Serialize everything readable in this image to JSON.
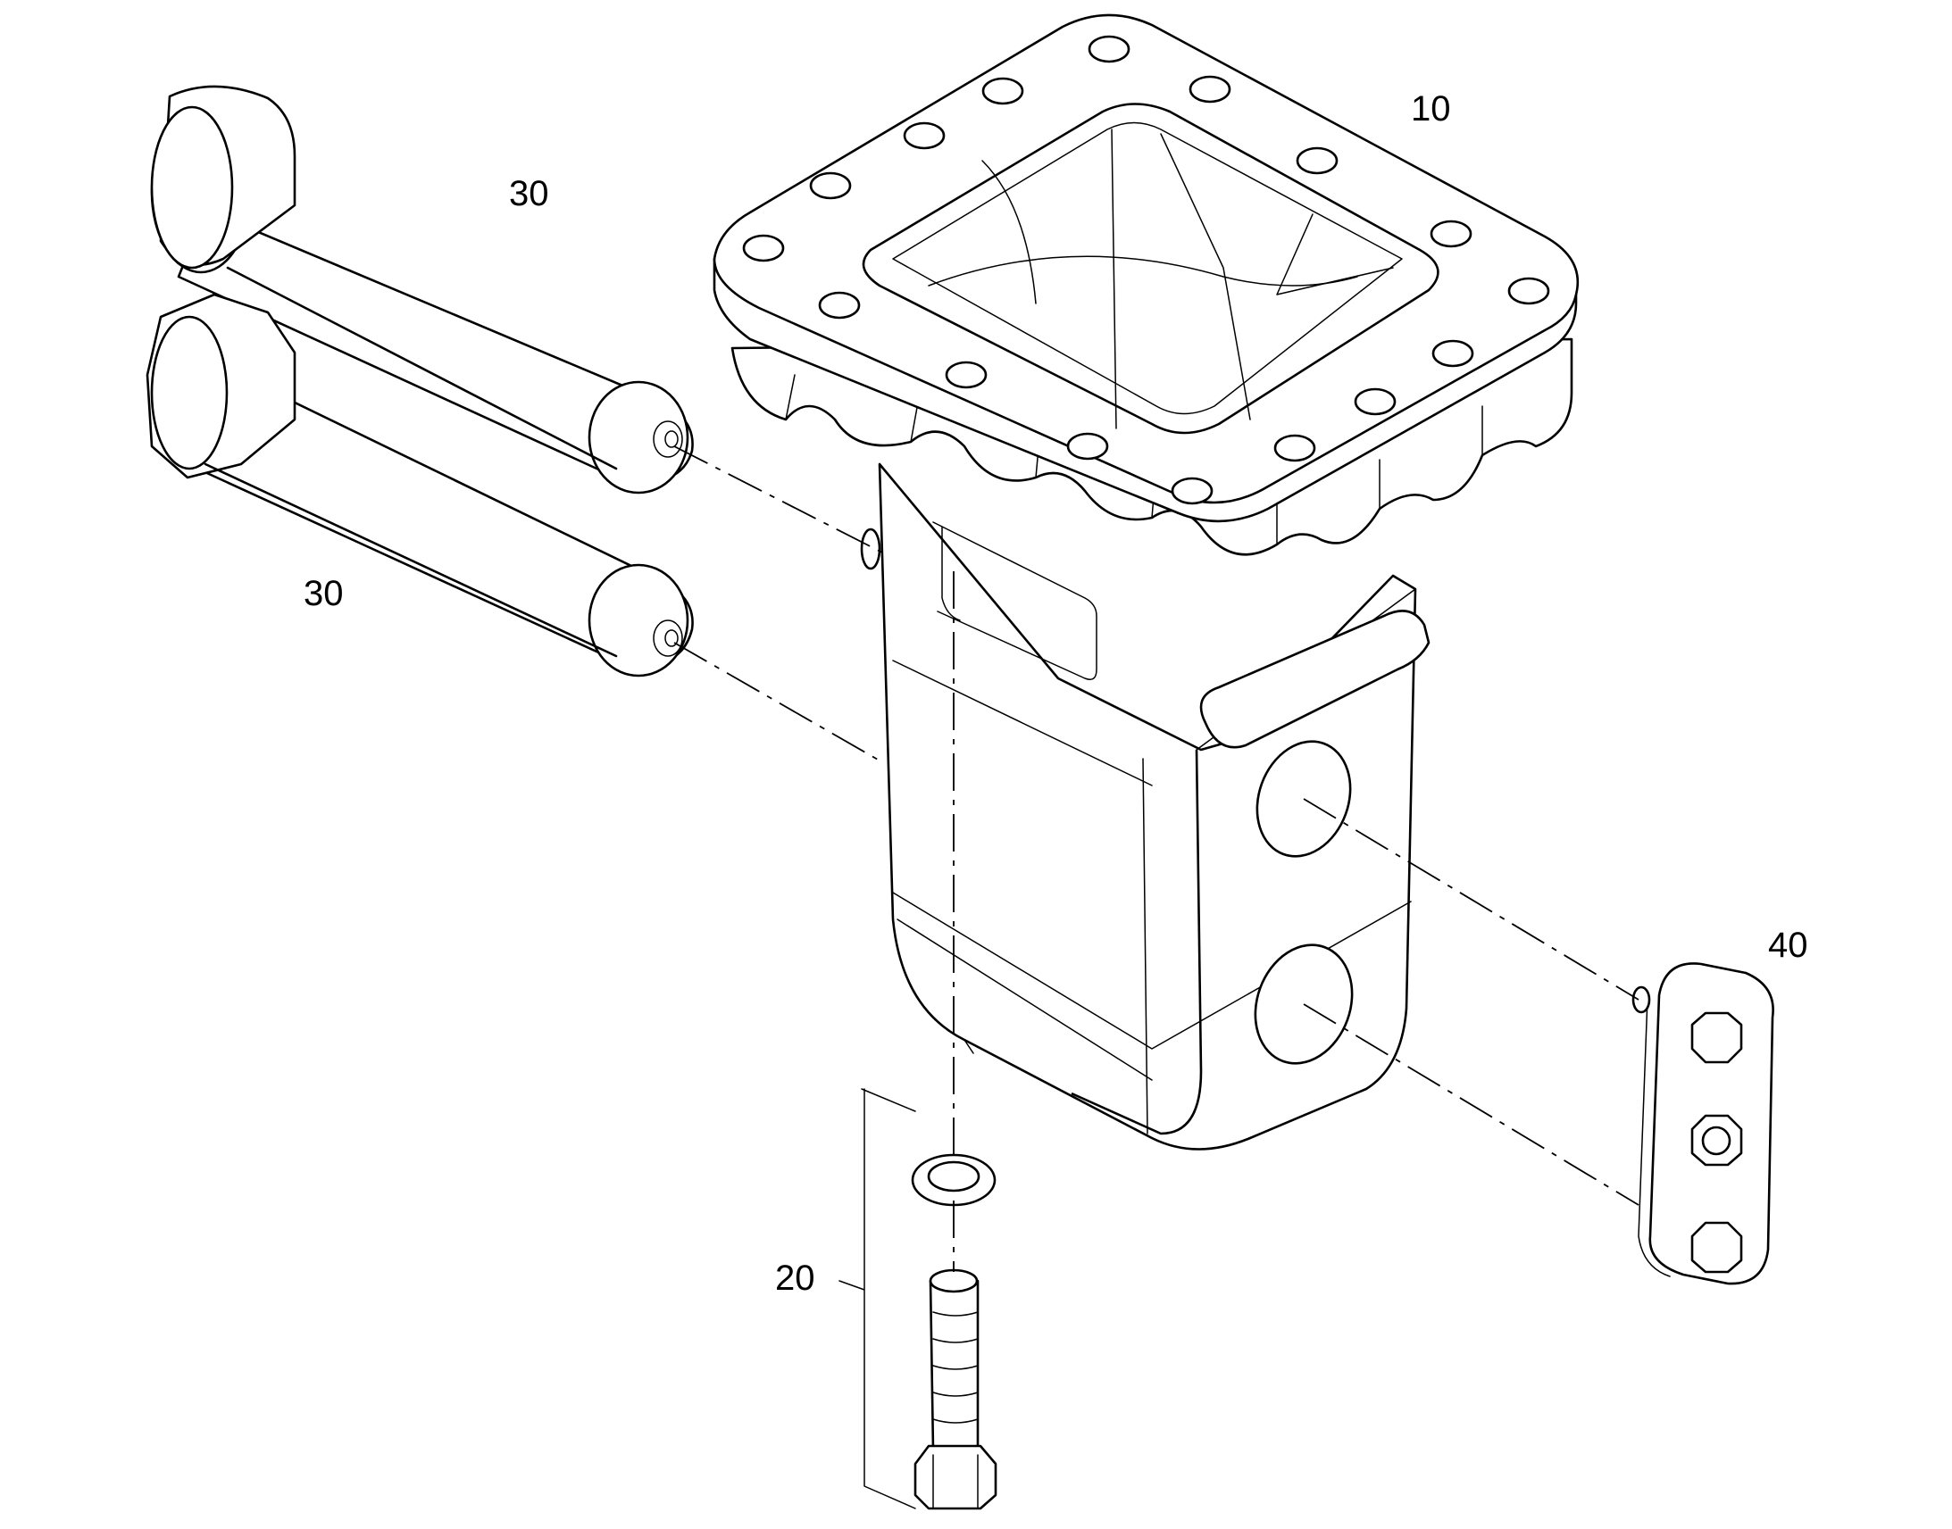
{
  "callouts": {
    "part_10": "10",
    "part_20": "20",
    "part_30_upper": "30",
    "part_30_lower": "30",
    "part_40": "40"
  }
}
